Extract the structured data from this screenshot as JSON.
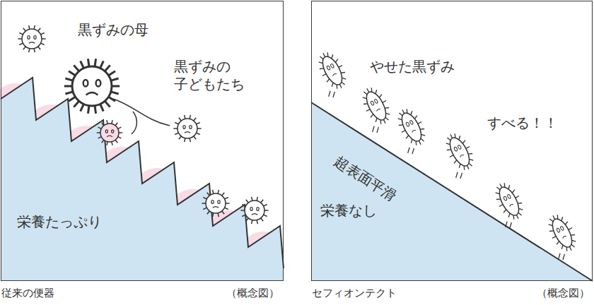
{
  "diagram": {
    "nodes": [
      {
        "text": [
          "黒ずみの母",
          "黒ずみの 子どもたち",
          "栄養たっぷり",
          "従来の便器",
          "（概念図）"
        ]
      },
      {
        "text": [
          "やせた黒ずみ",
          "すべる！！",
          "超表面平滑",
          "栄養なし",
          "セフィオンテクト",
          "（概念図）"
        ]
      }
    ]
  }
}
